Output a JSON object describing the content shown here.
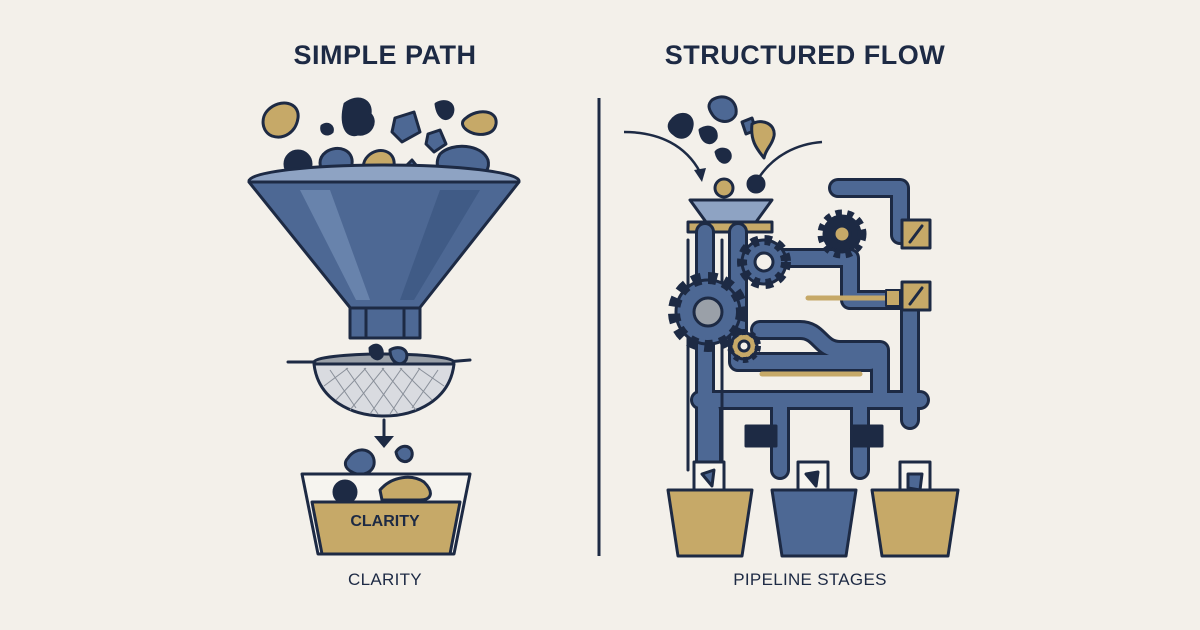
{
  "left_panel": {
    "title": "SIMPLE PATH",
    "bin_label": "CLARITY",
    "caption": "CLARITY"
  },
  "right_panel": {
    "title": "STRUCTURED FLOW",
    "caption": "PIPELINE STAGES"
  },
  "colors": {
    "background": "#f3f0ea",
    "navy": "#1d2a44",
    "steel_blue": "#4d6894",
    "light_blue": "#8ea3c3",
    "gold": "#c6a968",
    "gray": "#9aa0a8"
  }
}
